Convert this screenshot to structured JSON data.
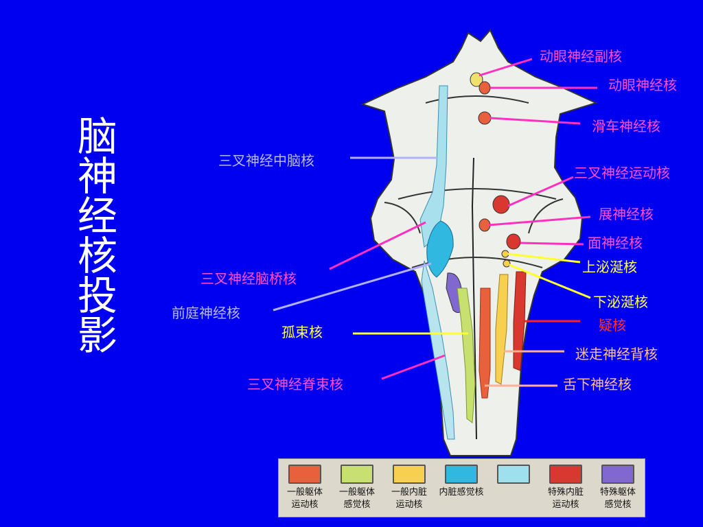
{
  "title": "脑神经核投影",
  "labels": {
    "oculomotor_accessory": "动眼神经副核",
    "oculomotor": "动眼神经核",
    "trochlear": "滑车神经核",
    "trigeminal_motor": "三叉神经运动核",
    "abducens": "展神经核",
    "facial": "面神经核",
    "sup_salivatory": "上泌涎核",
    "inf_salivatory": "下泌涎核",
    "ambiguus": "疑核",
    "dorsal_vagus": "迷走神经背核",
    "hypoglossal": "舌下神经核",
    "trigeminal_mesencephalic": "三叉神经中脑核",
    "trigeminal_pontine": "三叉神经脑桥核",
    "vestibular": "前庭神经核",
    "solitary": "孤束核",
    "trigeminal_spinal": "三叉神经脊束核"
  },
  "legend": [
    {
      "text": "一般躯体\n运动核",
      "color": "#e8603c"
    },
    {
      "text": "一般躯体\n感觉核",
      "color": "#c8e070"
    },
    {
      "text": "一般内脏\n运动核",
      "color": "#f8d050"
    },
    {
      "text": "内脏感觉核",
      "color": "#30b8e0"
    },
    {
      "text": "",
      "color": "#a0e0ec"
    },
    {
      "text": "特殊内脏\n运动核",
      "color": "#d83830"
    },
    {
      "text": "特殊躯体\n感觉核",
      "color": "#8068d0"
    }
  ],
  "colors": {
    "background": "#0000f0",
    "brainstem": "#eef0ec",
    "general_somatic_motor": "#e8603c",
    "general_somatic_sensory": "#c8e070",
    "general_visceral_motor": "#f8d050",
    "visceral_sensory": "#30b8e0",
    "special_visceral_motor": "#d83830",
    "special_somatic_sensory": "#8068d0"
  }
}
